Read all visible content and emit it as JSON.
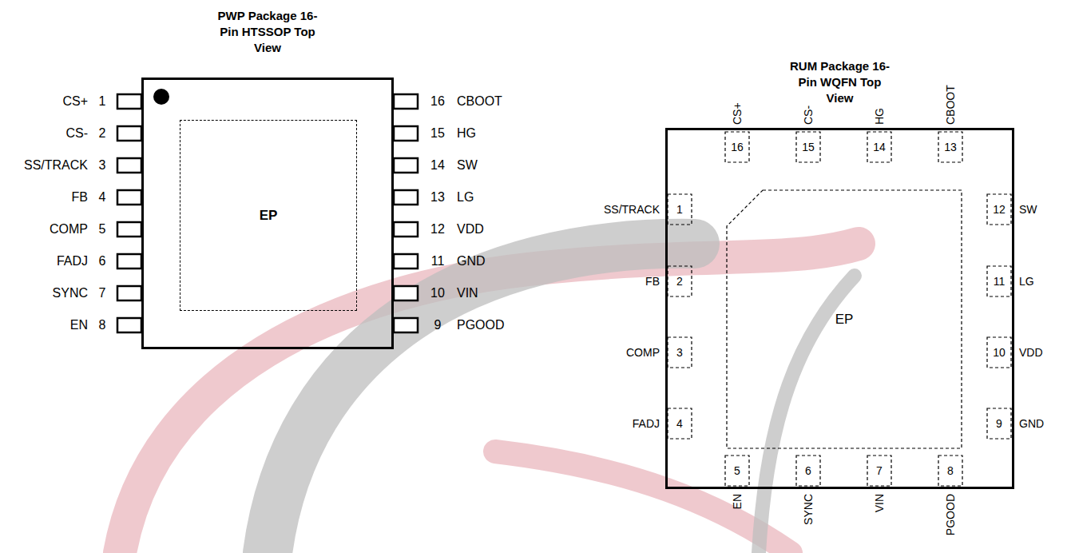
{
  "diagram": {
    "nodes": [
      {
        "text": [
          "PWP Package 16-Pin HTSSOP Top View"
        ]
      },
      {
        "text": [
          "EP"
        ],
        "in": 0
      },
      {
        "text": [
          "RUM Package 16-Pin WQFN Top View"
        ]
      },
      {
        "text": [
          "EP"
        ],
        "in": 2
      }
    ],
    "labels": [
      "CS+",
      "1",
      "CS-",
      "2",
      "SS/TRACK",
      "3",
      "FB",
      "4",
      "COMP",
      "5",
      "FADJ",
      "6",
      "SYNC",
      "7",
      "EN",
      "8",
      "9",
      "PGOOD",
      "10",
      "VIN",
      "11",
      "GND",
      "12",
      "VDD",
      "13",
      "LG",
      "14",
      "SW",
      "15",
      "HG",
      "16",
      "CBOOT",
      "1",
      "SS/TRACK",
      "2",
      "FB",
      "3",
      "COMP",
      "4",
      "FADJ",
      "5",
      "EN",
      "6",
      "SYNC",
      "7",
      "VIN",
      "8",
      "PGOOD",
      "9",
      "GND",
      "10",
      "VDD",
      "11",
      "LG",
      "12",
      "SW",
      "13",
      "CBOOT",
      "14",
      "HG",
      "15",
      "CS-",
      "16",
      "CS+"
    ]
  }
}
